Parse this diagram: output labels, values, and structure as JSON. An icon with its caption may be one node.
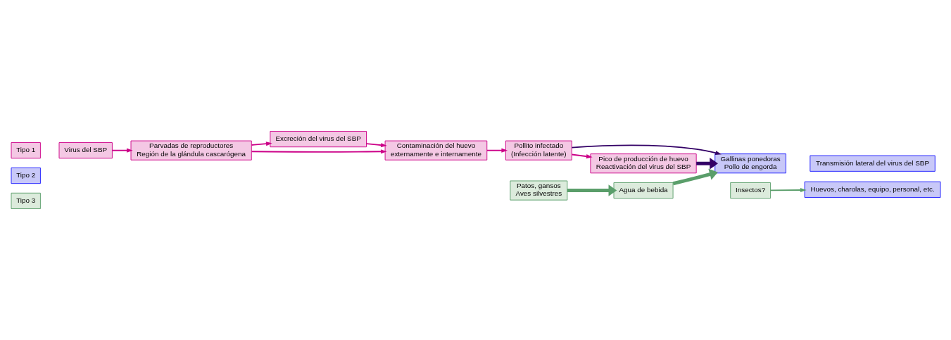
{
  "diagram": {
    "nodes": [
      {
        "text": [
          "Tipo 1"
        ]
      },
      {
        "text": [
          "Virus del SBP"
        ]
      },
      {
        "text": [
          "Parvadas de reproductores",
          "Región de la glándula cascarógena"
        ]
      },
      {
        "text": [
          "Excreción del virus del SBP"
        ]
      },
      {
        "text": [
          "Contaminación del huevo",
          "externamente e internamente"
        ]
      },
      {
        "text": [
          "Pollito infectado",
          "(Infección latente)"
        ]
      },
      {
        "text": [
          "Tipo 2"
        ]
      },
      {
        "text": [
          "Gallinas ponedoras",
          "Pollo de engorda"
        ]
      },
      {
        "text": [
          "Transmisión lateral del virus del SBP"
        ]
      },
      {
        "text": [
          "Pico de producción de huevo",
          "Reactivación del virus del SBP"
        ]
      },
      {
        "text": [
          "Huevos, charolas, equipo, personal, etc."
        ]
      },
      {
        "text": [
          "Tipo 3"
        ]
      },
      {
        "text": [
          "Insectos?"
        ]
      },
      {
        "text": [
          "Agua de bebida"
        ]
      },
      {
        "text": [
          "Patos, gansos",
          "Aves silvestres"
        ]
      }
    ],
    "edges": [
      {
        "from": 1,
        "to": 2,
        "arrow": "to"
      },
      {
        "from": 2,
        "to": 3,
        "arrow": "to"
      },
      {
        "from": 2,
        "to": 4,
        "arrow": "to"
      },
      {
        "from": 3,
        "to": 4,
        "arrow": "to"
      },
      {
        "from": 4,
        "to": 5,
        "arrow": "to"
      },
      {
        "from": 5,
        "to": 7,
        "arrow": "to",
        "color": "#330066"
      },
      {
        "from": 5,
        "to": 9,
        "arrow": "to"
      },
      {
        "from": 9,
        "to": 7,
        "arrow": "to",
        "style": "thick",
        "color": "#330066"
      },
      {
        "from": 12,
        "to": 10,
        "arrow": "to",
        "color": "#5a9e6a"
      },
      {
        "from": 14,
        "to": 13,
        "arrow": "to",
        "style": "thick",
        "color": "#5a9e6a"
      },
      {
        "from": 13,
        "to": 7,
        "arrow": "to",
        "style": "thick",
        "color": "#5a9e6a"
      }
    ]
  }
}
